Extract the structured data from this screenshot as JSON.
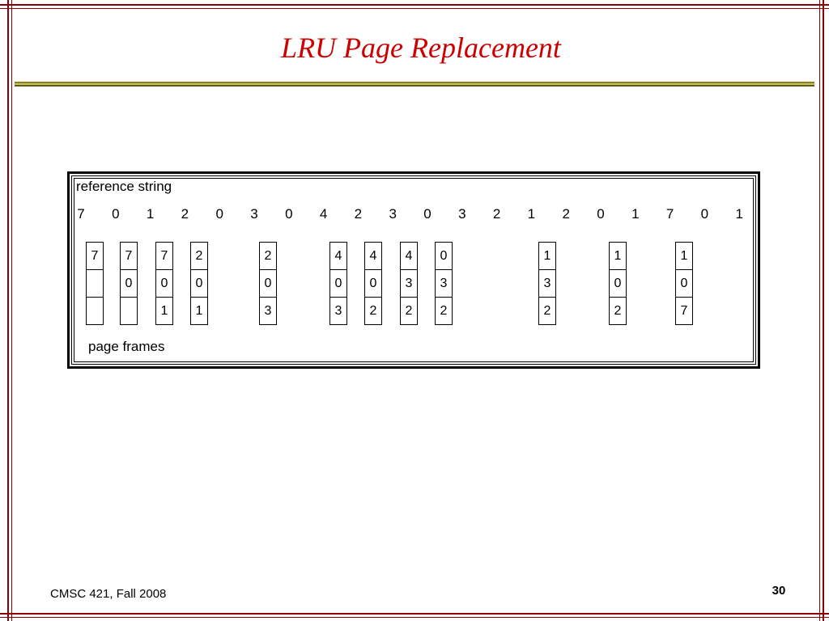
{
  "slide": {
    "title": "LRU Page Replacement",
    "footer_left": "CMSC 421, Fall 2008",
    "page_number": "30",
    "colors": {
      "title": "#cc0000",
      "border": "#8b0000",
      "rule": "#c8c060"
    }
  },
  "diagram": {
    "reference_label": "reference string",
    "frames_label": "page frames",
    "reference_string": [
      "7",
      "0",
      "1",
      "2",
      "0",
      "3",
      "0",
      "4",
      "2",
      "3",
      "0",
      "3",
      "2",
      "1",
      "2",
      "0",
      "1",
      "7",
      "0",
      "1"
    ],
    "frame_states": [
      [
        "7",
        "",
        ""
      ],
      [
        "7",
        "0",
        ""
      ],
      [
        "7",
        "0",
        "1"
      ],
      [
        "2",
        "0",
        "1"
      ],
      [
        "2",
        "0",
        "3"
      ],
      [
        "4",
        "0",
        "3"
      ],
      [
        "4",
        "0",
        "2"
      ],
      [
        "4",
        "3",
        "2"
      ],
      [
        "0",
        "3",
        "2"
      ],
      [
        "1",
        "3",
        "2"
      ],
      [
        "1",
        "0",
        "2"
      ],
      [
        "1",
        "0",
        "7"
      ]
    ]
  }
}
